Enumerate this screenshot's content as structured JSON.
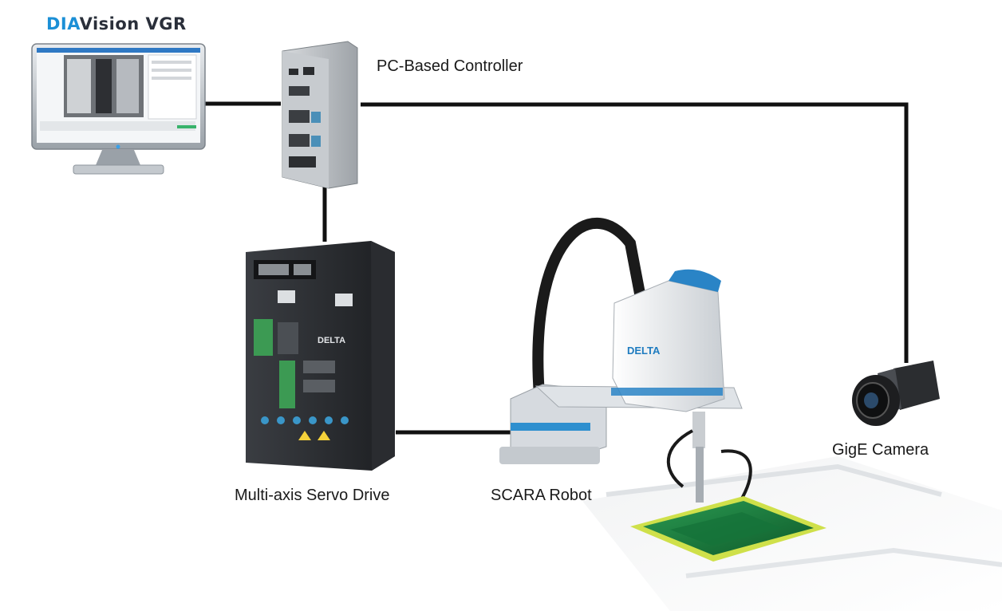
{
  "brand": {
    "prefix": "DIA",
    "suffix": "Vision VGR",
    "prefix_color": "#1b8fd6"
  },
  "labels": {
    "controller": "PC-Based Controller",
    "servo": "Multi-axis Servo Drive",
    "robot": "SCARA Robot",
    "camera": "GigE Camera"
  },
  "device_logos": {
    "servo": "DELTA",
    "robot": "DELTA"
  },
  "colors": {
    "cable": "#111111",
    "accent": "#1f86c7",
    "pcb": "#1f8a45",
    "pcb_border": "#d7e04a"
  }
}
